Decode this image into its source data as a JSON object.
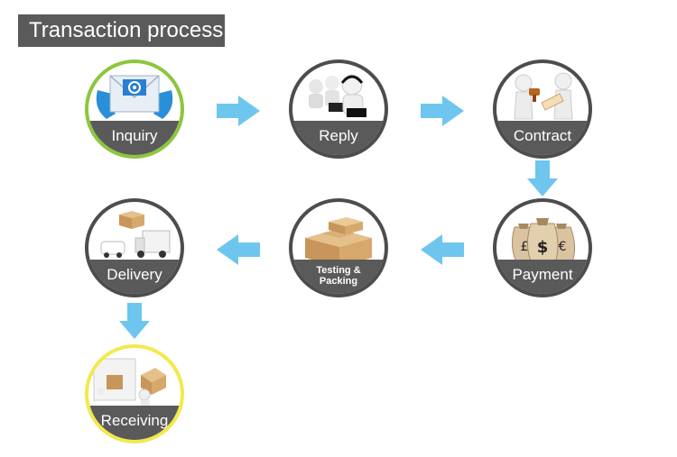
{
  "title": "Transaction process",
  "steps": [
    {
      "label": "Inquiry",
      "icon": "email-phone-icon",
      "ring": "#8cc63f"
    },
    {
      "label": "Reply",
      "icon": "call-center-icon",
      "ring": "#4d4d4d"
    },
    {
      "label": "Contract",
      "icon": "handshake-stamp-icon",
      "ring": "#4d4d4d"
    },
    {
      "label": "Payment",
      "icon": "money-bags-icon",
      "ring": "#4d4d4d"
    },
    {
      "label": "Testing &\nPacking",
      "label_lines": [
        "Testing &",
        "Packing"
      ],
      "icon": "cardboard-boxes-icon",
      "ring": "#4d4d4d"
    },
    {
      "label": "Delivery",
      "icon": "delivery-trucks-icon",
      "ring": "#4d4d4d"
    },
    {
      "label": "Receiving",
      "icon": "person-carrying-box-icon",
      "ring": "#f2e94e"
    }
  ],
  "colors": {
    "arrow": "#6ec6ee",
    "band": "#5a5a5a",
    "title_bg": "#5a5a5a"
  }
}
